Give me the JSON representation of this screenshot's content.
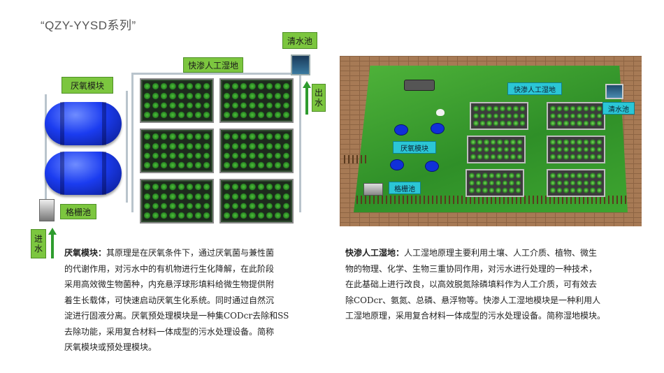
{
  "title": "“QZY-YYSD系列”",
  "diagram": {
    "anaerobic_label": "厌氧模块",
    "wetland_label": "快渗人工湿地",
    "clear_pool_label": "清水池",
    "outlet_label": [
      "出",
      "水"
    ],
    "grid_pool_label": "格栅池",
    "inlet_label": [
      "进",
      "水"
    ]
  },
  "site": {
    "wetland_label": "快渗人工湿地",
    "clear_pool_label": "清水池",
    "anaerobic_label": "厌氧模块",
    "grid_pool_label": "格栅池"
  },
  "left_text": {
    "heading": "厌氧模块：",
    "lines": [
      "其原理是在厌氧条件下，通过厌氧菌与兼性菌",
      "的代谢作用，对污水中的有机物进行生化降解，在此阶段",
      "采用高效微生物菌种，内充悬浮球形填料给微生物提供附",
      "着生长载体，可快速启动厌氧生化系统。同时通过自然沉",
      "淀进行固液分离。厌氧预处理模块是一种集CODcr去除和SS",
      "去除功能，采用复合材料一体成型的污水处理设备。简称",
      "厌氧模块或预处理模块。"
    ]
  },
  "right_text": {
    "heading": "快渗人工湿地：",
    "lines": [
      "人工湿地原理主要利用土壤、人工介质、植物、微生",
      "物的物理、化学、生物三重协同作用，对污水进行处理的一种技术，",
      "在此基础上进行改良，以高效脱氮除磷填料作为人工介质，可有效去",
      "除CODcr、氨氮、总磷、悬浮物等。快渗人工湿地模块是一种利用人",
      "工湿地原理，采用复合材料一体成型的污水处理设备。简称湿地模块。"
    ]
  },
  "colors": {
    "label_green": "#7cc63f",
    "tank_blue": "#1b3cf0",
    "site_label_cyan": "#2bc6d6"
  }
}
